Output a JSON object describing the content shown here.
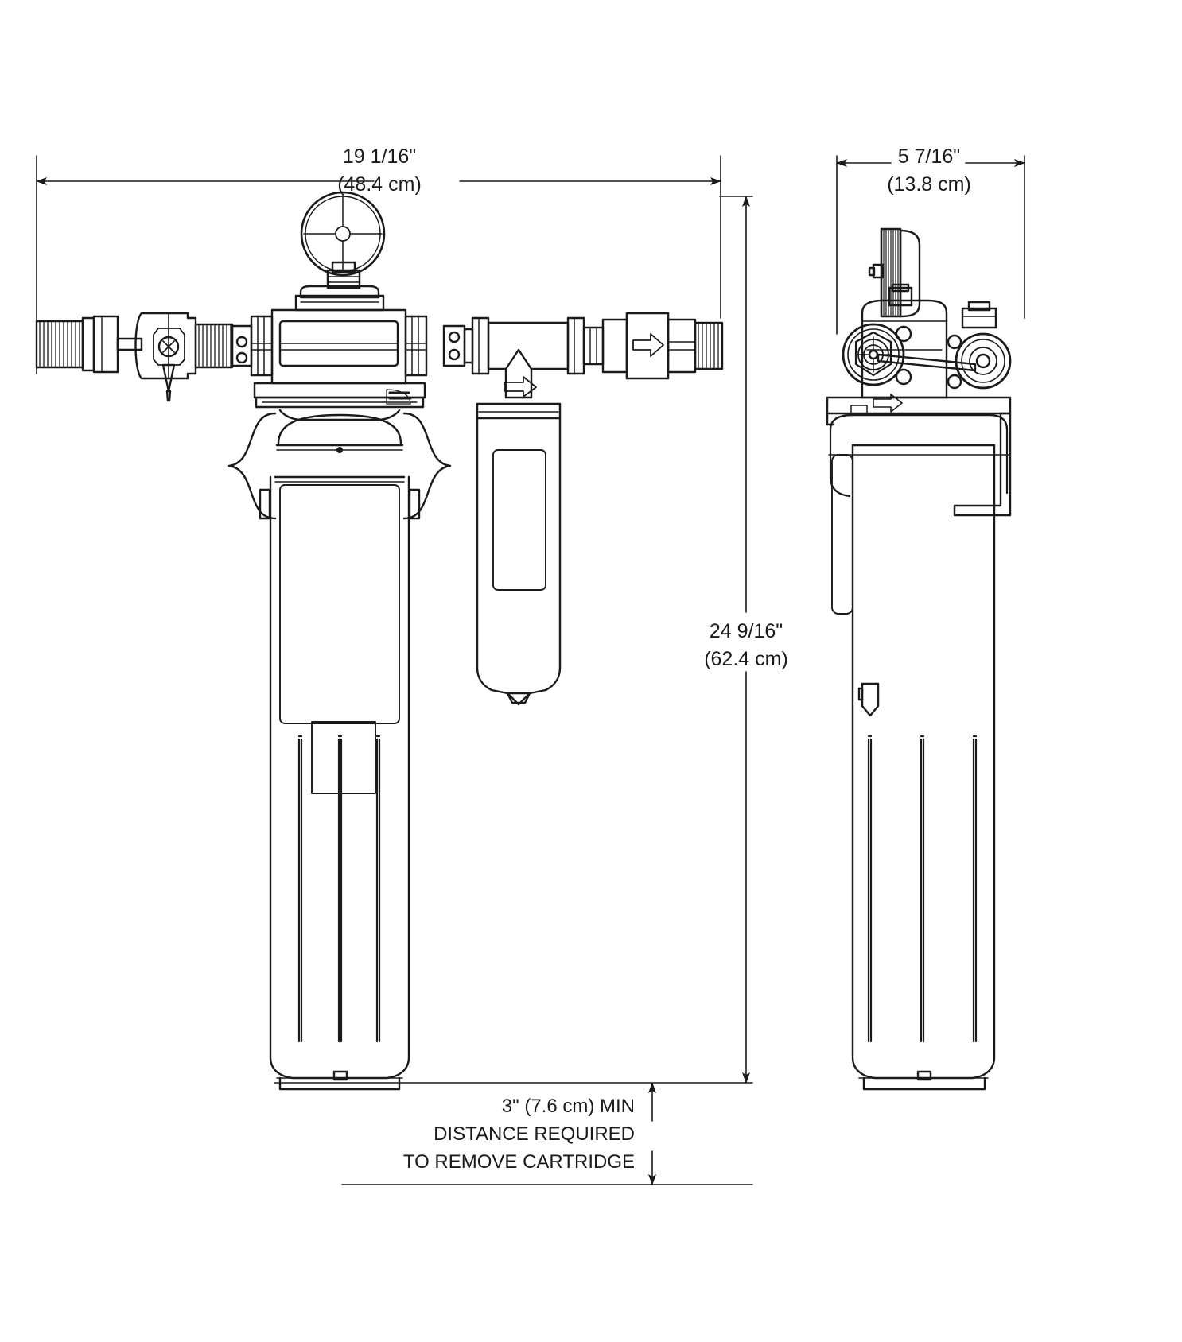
{
  "drawing": {
    "title": "Water Filtration System Installation Dimension Drawing",
    "type": "technical-line-drawing",
    "views": [
      {
        "id": "front",
        "name": "front-elevation-view"
      },
      {
        "id": "side",
        "name": "side-elevation-view"
      }
    ],
    "line_color": "#1a1a1a",
    "background_color": "#ffffff"
  },
  "dimensions": {
    "width": {
      "name": "overall-width",
      "imperial": "19 1/16\"",
      "metric": "(48.4 cm)",
      "applies_to": "front"
    },
    "depth": {
      "name": "overall-depth",
      "imperial": "5 7/16\"",
      "metric": "(13.8 cm)",
      "applies_to": "side"
    },
    "height": {
      "name": "overall-height",
      "imperial": "24 9/16\"",
      "metric": "(62.4 cm)",
      "applies_to": "both"
    },
    "clearance": {
      "name": "bottom-clearance",
      "line1": "3\" (7.6 cm) MIN",
      "line2": "DISTANCE REQUIRED",
      "line3": "TO REMOVE CARTRIDGE"
    }
  },
  "components": {
    "front": [
      "inlet-fitting",
      "shutoff-valve",
      "pressure-gauge",
      "manifold-head",
      "tee-fitting",
      "check-valve",
      "outlet-fitting",
      "filter-cartridge-large",
      "filter-cartridge-small"
    ],
    "side": [
      "pressure-gauge-edge",
      "manifold-head",
      "inlet-port-hex",
      "outlet-port-hex",
      "mounting-bracket",
      "filter-cartridge-large"
    ]
  }
}
